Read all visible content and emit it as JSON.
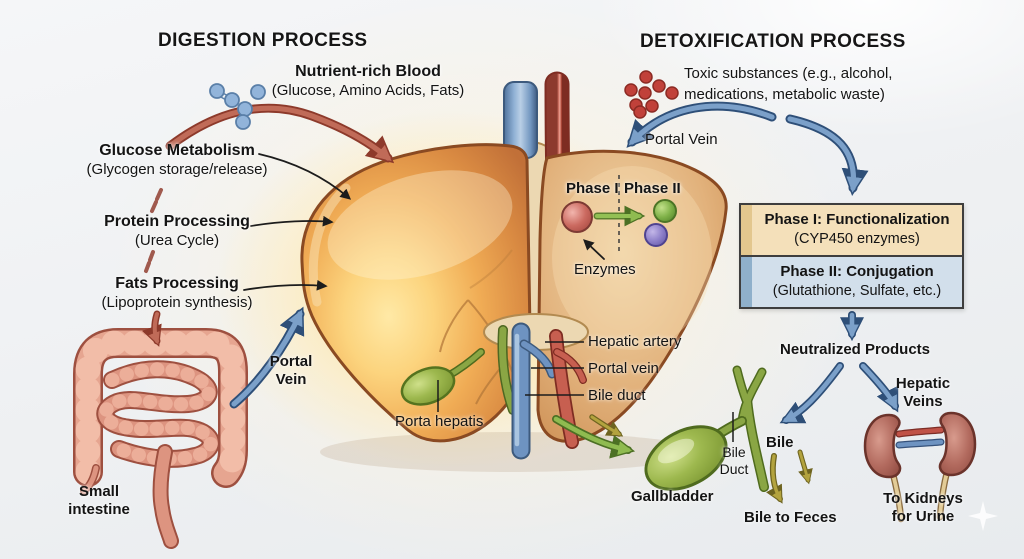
{
  "digestion": {
    "title": "DIGESTION PROCESS",
    "nutrient_blood": {
      "heading": "Nutrient-rich Blood",
      "detail": "(Glucose, Amino Acids, Fats)"
    },
    "steps": [
      {
        "heading": "Glucose Metabolism",
        "detail": "(Glycogen storage/release)"
      },
      {
        "heading": "Protein Processing",
        "detail": "(Urea Cycle)"
      },
      {
        "heading": "Fats Processing",
        "detail": "(Lipoprotein synthesis)"
      }
    ],
    "portal_vein_label": "Portal Vein",
    "small_intestine_label": "Small intestine"
  },
  "liver": {
    "inset": {
      "phase1_label": "Phase I",
      "phase2_label": "Phase II",
      "enzymes_label": "Enzymes"
    },
    "hilum_labels": [
      "Hepatic artery",
      "Portal vein",
      "Bile duct"
    ],
    "porta_hepatis_label": "Porta hepatis"
  },
  "biliary": {
    "gallbladder_label": "Gallbladder",
    "bile_duct_label": "Bile Duct",
    "bile_label": "Bile",
    "bile_to_feces_label": "Bile to Feces"
  },
  "detox": {
    "title": "DETOXIFICATION PROCESS",
    "toxins_text": "Toxic substances (e.g., alcohol, medications, metabolic waste)",
    "portal_vein_label": "Portal Vein",
    "phases": [
      {
        "heading": "Phase I: Functionalization",
        "detail": "(CYP450 enzymes)"
      },
      {
        "heading": "Phase II: Conjugation",
        "detail": "(Glutathione, Sulfate, etc.)"
      }
    ],
    "neutralized_label": "Neutralized Products",
    "hepatic_veins_label": "Hepatic Veins",
    "kidneys_label": "To Kidneys for Urine"
  },
  "colors": {
    "digestion_arrow_red": "#b05a48",
    "portal_vein_blue": "#6f94c2",
    "bile_olive": "#a89a3c",
    "bile_green": "#7fa93f",
    "phase1_box_bg": "#f4e0ba",
    "phase2_box_bg": "#d2dfeb",
    "toxin_dot_red": "#c1413a",
    "nutrient_dot_blue": "#92b4da"
  }
}
